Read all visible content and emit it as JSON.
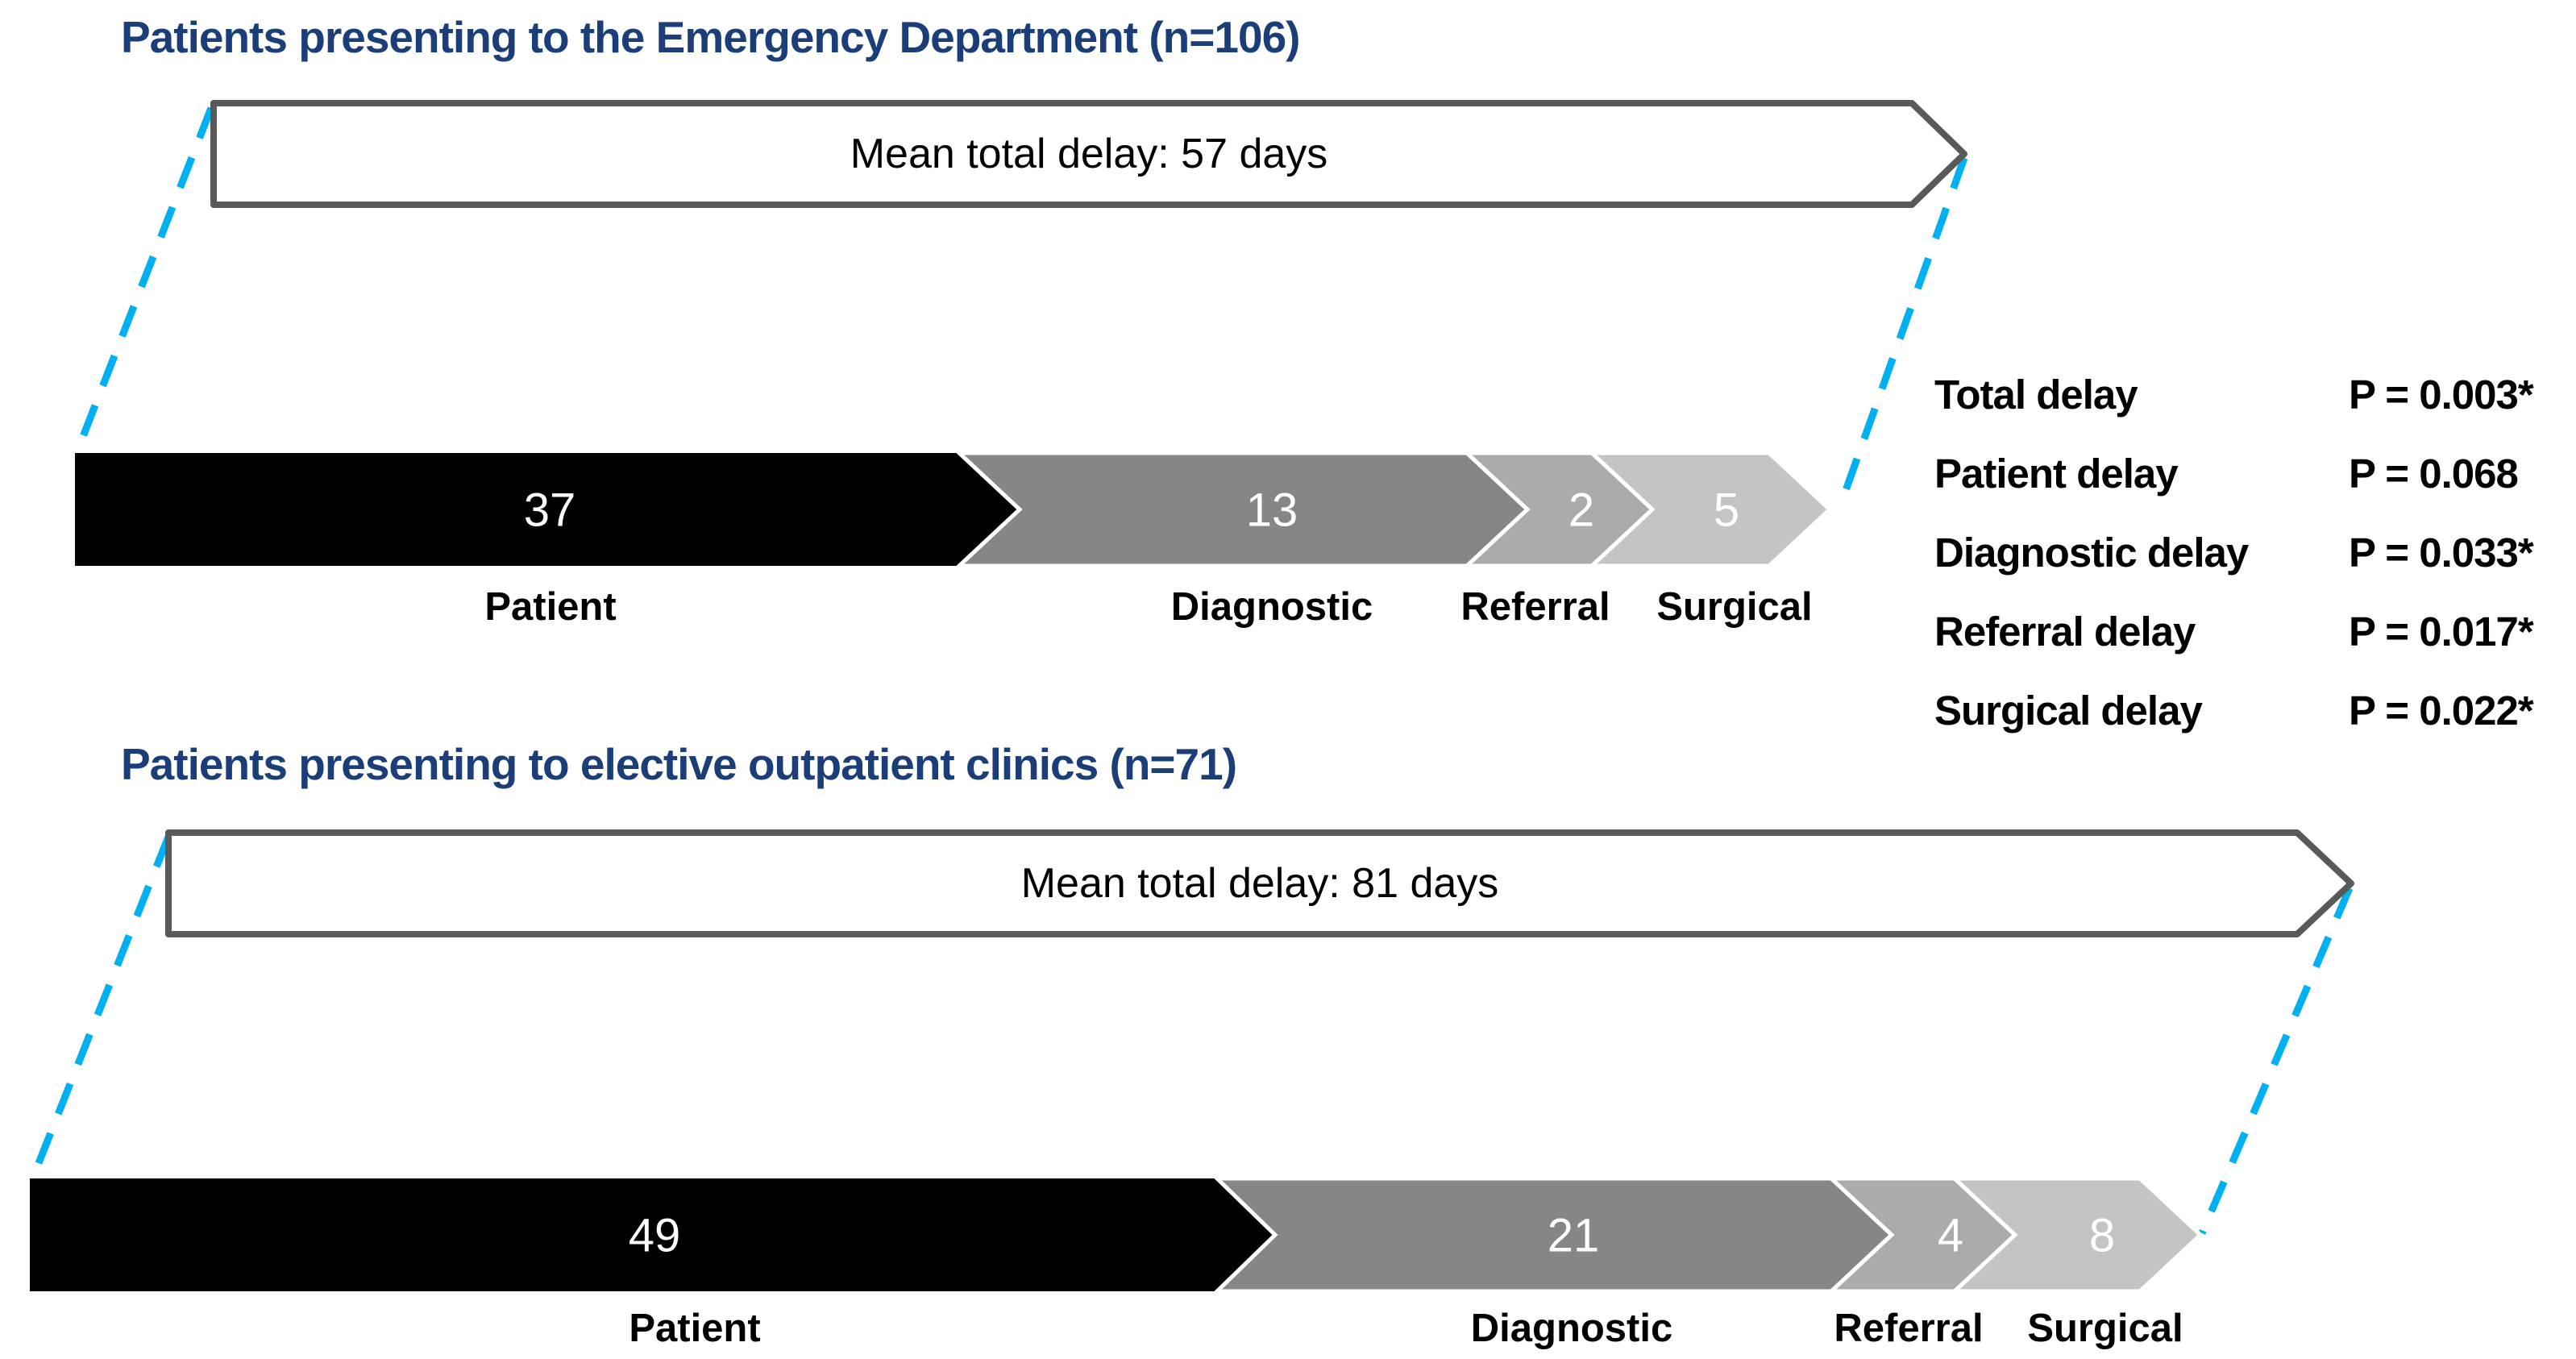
{
  "colors": {
    "title": "#1c3e78",
    "dash": "#00b0f0",
    "banner_border": "#595959",
    "banner_fill": "#ffffff",
    "segment_patient": "#000000",
    "segment_diagnostic": "#868686",
    "segment_referral": "#ababab",
    "segment_surgical": "#c4c4c4",
    "bar_value_text": "#ffffff",
    "body_text": "#000000"
  },
  "sections": [
    {
      "title": "Patients presenting to the Emergency Department (n=106)",
      "banner": "Mean total delay: 57 days",
      "segments": [
        {
          "label": "Patient",
          "value": "37"
        },
        {
          "label": "Diagnostic",
          "value": "13"
        },
        {
          "label": "Referral",
          "value": "2"
        },
        {
          "label": "Surgical",
          "value": "5"
        }
      ]
    },
    {
      "title": "Patients presenting to elective outpatient clinics (n=71)",
      "banner": "Mean total delay: 81 days",
      "segments": [
        {
          "label": "Patient",
          "value": "49"
        },
        {
          "label": "Diagnostic",
          "value": "21"
        },
        {
          "label": "Referral",
          "value": "4"
        },
        {
          "label": "Surgical",
          "value": "8"
        }
      ]
    }
  ],
  "p_values": {
    "rows": [
      {
        "label": "Total delay",
        "value": "P = 0.003*"
      },
      {
        "label": "Patient delay",
        "value": "P = 0.068"
      },
      {
        "label": "Diagnostic delay",
        "value": "P = 0.033*"
      },
      {
        "label": "Referral delay",
        "value": "P = 0.017*"
      },
      {
        "label": "Surgical delay",
        "value": "P = 0.022*"
      }
    ]
  },
  "chart_data": [
    {
      "type": "bar",
      "title": "Patients presenting to the Emergency Department (n=106)",
      "categories": [
        "Patient",
        "Diagnostic",
        "Referral",
        "Surgical"
      ],
      "values": [
        37,
        13,
        2,
        5
      ],
      "units": "days",
      "annotations": [
        "Mean total delay: 57 days"
      ],
      "legend_position": "none",
      "notes": "horizontal process-arrow (chevron) chart; segment lengths schematic"
    },
    {
      "type": "bar",
      "title": "Patients presenting to elective outpatient clinics (n=71)",
      "categories": [
        "Patient",
        "Diagnostic",
        "Referral",
        "Surgical"
      ],
      "values": [
        49,
        21,
        4,
        8
      ],
      "units": "days",
      "annotations": [
        "Mean total delay: 81 days"
      ],
      "legend_position": "none",
      "notes": "horizontal process-arrow (chevron) chart; segment lengths schematic"
    },
    {
      "type": "table",
      "title": "Statistical comparison of delays",
      "rows": [
        [
          "Total delay",
          "P = 0.003*"
        ],
        [
          "Patient delay",
          "P = 0.068"
        ],
        [
          "Diagnostic delay",
          "P = 0.033*"
        ],
        [
          "Referral delay",
          "P = 0.017*"
        ],
        [
          "Surgical delay",
          "P = 0.022*"
        ]
      ]
    }
  ]
}
